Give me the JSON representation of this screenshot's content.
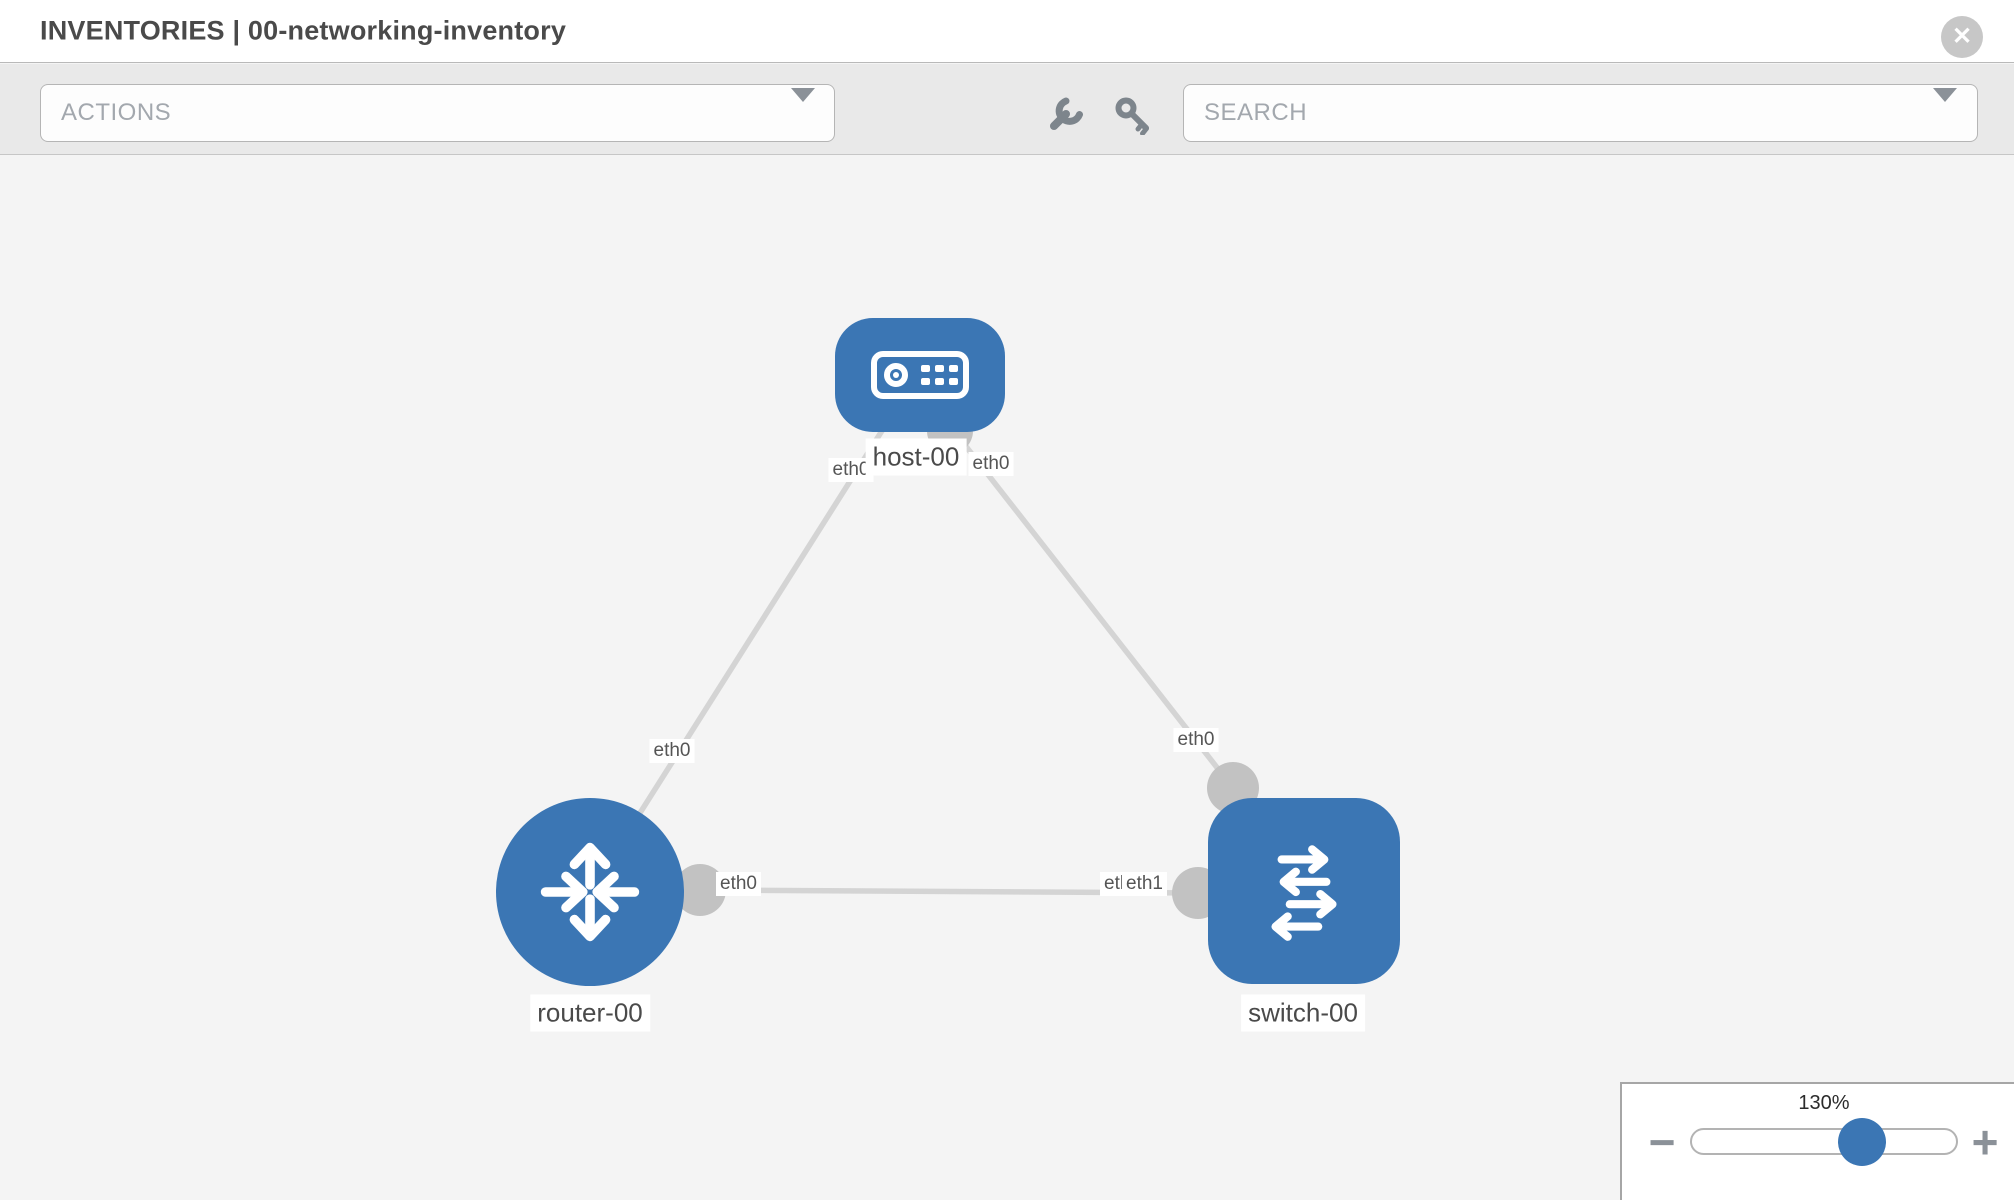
{
  "header": {
    "title": "INVENTORIES | 00-networking-inventory",
    "close_label": "✕"
  },
  "toolbar": {
    "actions_label": "ACTIONS",
    "search_label": "SEARCH",
    "icons": [
      "wrench-icon",
      "key-icon"
    ]
  },
  "topology": {
    "nodes": [
      {
        "id": "host-00",
        "type": "host",
        "label": "host-00"
      },
      {
        "id": "router-00",
        "type": "router",
        "label": "router-00"
      },
      {
        "id": "switch-00",
        "type": "switch",
        "label": "switch-00"
      }
    ],
    "links": [
      {
        "from": "host-00",
        "from_if": "eth0",
        "to": "router-00",
        "to_if": "eth0"
      },
      {
        "from": "host-00",
        "from_if": "eth0",
        "to": "switch-00",
        "to_if": "eth0"
      },
      {
        "from": "router-00",
        "from_if": "eth0",
        "to": "switch-00",
        "to_if": "eth1"
      }
    ],
    "interface_labels": [
      {
        "text": "eth0",
        "at": "host-left"
      },
      {
        "text": "eth0",
        "at": "host-right"
      },
      {
        "text": "eth0",
        "at": "link-host-router-mid"
      },
      {
        "text": "eth0",
        "at": "link-host-switch-mid"
      },
      {
        "text": "eth0",
        "at": "router-right"
      },
      {
        "text": "eth0",
        "at": "switch-left-back"
      },
      {
        "text": "eth1",
        "at": "switch-left-front"
      }
    ]
  },
  "zoom_control": {
    "level": "130%",
    "minus": "−",
    "plus": "+"
  },
  "colors": {
    "node_blue": "#3b76b4",
    "link_gray": "#d4d4d4",
    "connector_gray": "#c2c2c2",
    "toolbar_gray": "#e9e9e9",
    "canvas_gray": "#f4f4f4"
  }
}
